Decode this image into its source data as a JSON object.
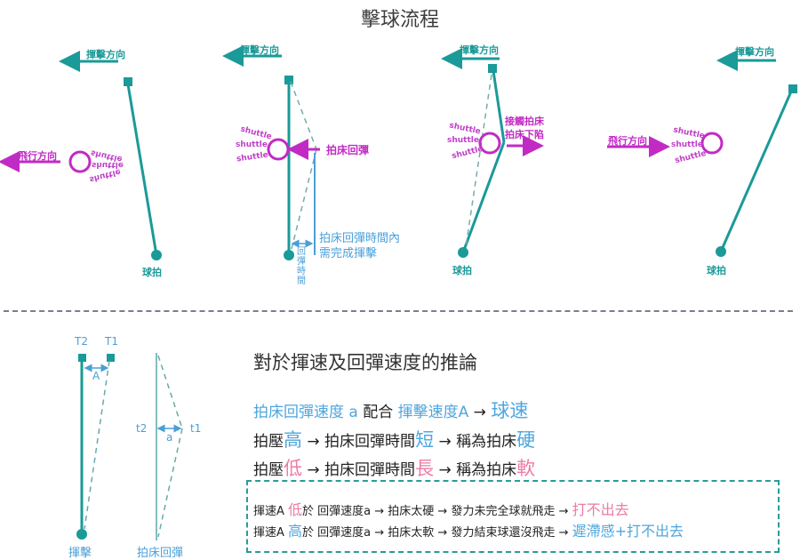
{
  "title": "擊球流程",
  "colors": {
    "teal": "#1a9a98",
    "magenta": "#c12bc4",
    "blue": "#4fa6dd",
    "pink": "#ee7aa6",
    "divider": "#7a7f8f"
  },
  "stages": [
    {
      "swing_direction": "揮擊方向",
      "flight_direction": "飛行方向",
      "shuttle_labels": [
        "shuttle",
        "shuttle",
        "shuttle"
      ],
      "racket_label": "球拍"
    },
    {
      "swing_direction": "揮擊方向",
      "rebound_label": "拍床回彈",
      "shuttle_labels": [
        "shuttle",
        "shuttle",
        "shuttle"
      ],
      "note_line1": "拍床回彈時間內",
      "note_line2": "需完成揮擊",
      "rebound_time_chars": [
        "回",
        "彈",
        "時",
        "間"
      ]
    },
    {
      "swing_direction": "揮擊方向",
      "contact_line1": "接觸拍床",
      "contact_line2": "拍床下陷",
      "shuttle_labels": [
        "shuttle",
        "shuttle",
        "shuttle"
      ],
      "racket_label": "球拍"
    },
    {
      "swing_direction": "揮擊方向",
      "flight_direction": "飛行方向",
      "shuttle_labels": [
        "shuttle",
        "shuttle",
        "shuttle"
      ],
      "racket_label": "球拍"
    }
  ],
  "lower_diagram": {
    "t2_label": "T2",
    "t1_label": "T1",
    "A_label": "A",
    "swing_label": "揮擊",
    "small_t2": "t2",
    "small_t1": "t1",
    "a_label": "a",
    "rebound_label": "拍床回彈"
  },
  "inference": {
    "heading": "對於揮速及回彈速度的推論",
    "line1": {
      "part1": "拍床回彈速度 a",
      "part2": " 配合 ",
      "part3": "揮擊速度A",
      "part4": " → ",
      "part5": "球速"
    },
    "line2": {
      "part1": "拍壓",
      "part2": "高",
      "part3": " → 拍床回彈時間",
      "part4": "短",
      "part5": " → 稱為拍床",
      "part6": "硬"
    },
    "line3": {
      "part1": "拍壓",
      "part2": "低",
      "part3": " → 拍床回彈時間",
      "part4": "長",
      "part5": " → 稱為拍床",
      "part6": "軟"
    },
    "box": {
      "row1": {
        "part1": "揮速A ",
        "part2": "低",
        "part3": "於 回彈速度a → 拍床太硬 → 發力未完全球就飛走 → ",
        "part4": "打不出去"
      },
      "row2": {
        "part1": "揮速A ",
        "part2": "高",
        "part3": "於 回彈速度a → 拍床太軟 → 發力結束球還沒飛走 → ",
        "part4": "遲滯感+打不出去"
      }
    }
  }
}
